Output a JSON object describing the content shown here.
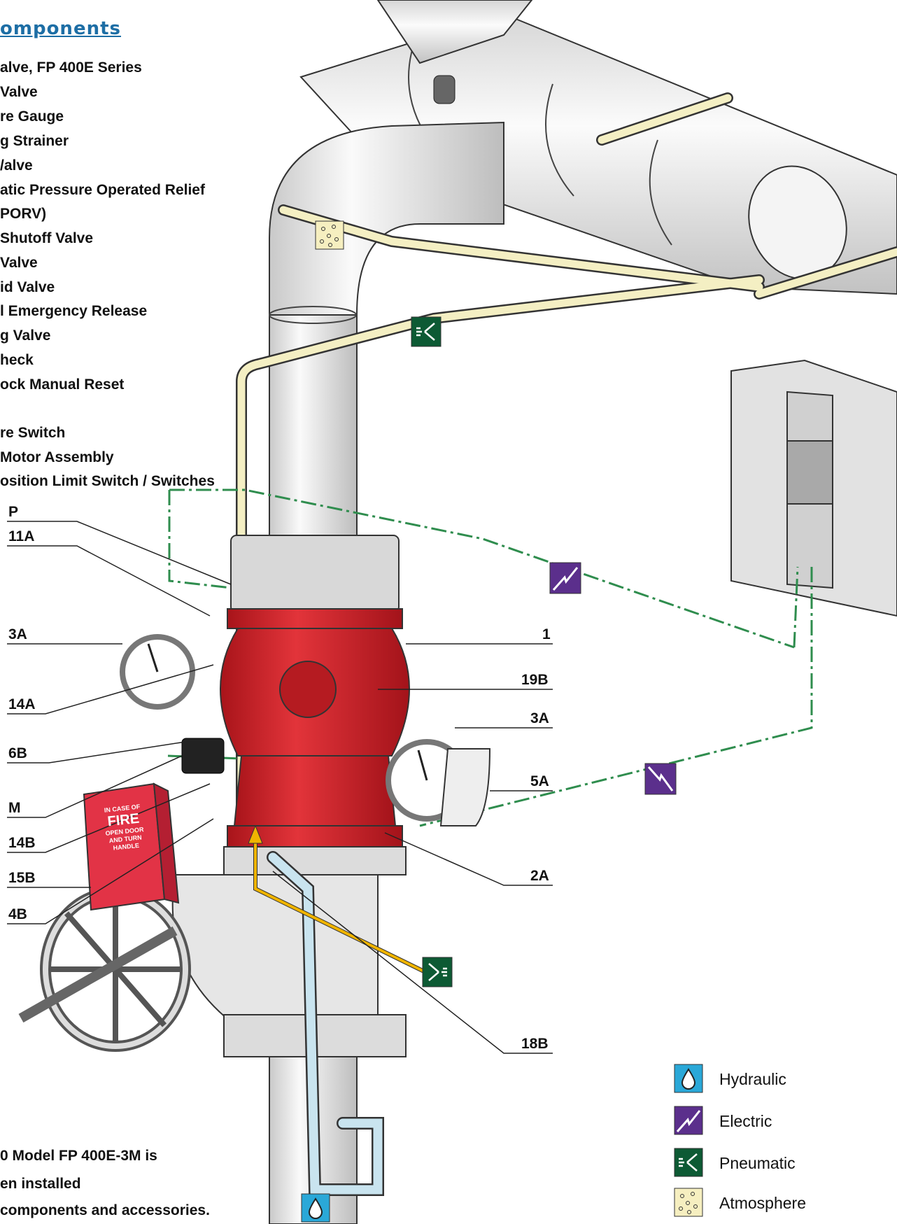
{
  "heading": "omponents",
  "components": [
    "alve, FP 400E Series",
    "Valve",
    "re Gauge",
    "g Strainer",
    "/alve",
    "atic Pressure Operated Relief",
    "PORV)",
    "Shutoff Valve",
    "Valve",
    "id Valve",
    "l Emergency Release",
    "g Valve",
    "heck",
    "ock Manual Reset",
    "",
    "re Switch",
    "Motor Assembly",
    "osition Limit Switch / Switches"
  ],
  "callouts_left": [
    "P",
    "11A",
    "3A",
    "14A",
    "6B",
    "M",
    "14B",
    "15B",
    "4B"
  ],
  "callouts_right": [
    "1",
    "19B",
    "3A",
    "5A",
    "2A",
    "18B"
  ],
  "release_box": {
    "line1": "IN CASE OF",
    "line2": "FIRE",
    "line3": "OPEN DOOR",
    "line4": "AND TURN HANDLE"
  },
  "note": [
    "0 Model FP 400E-3M is",
    "en installed",
    " components and accessories."
  ],
  "legend": [
    {
      "label": "Hydraulic",
      "icon": "hydraulic-icon",
      "color": "#2aa8d8"
    },
    {
      "label": "Electric",
      "icon": "electric-icon",
      "color": "#5b2f8c"
    },
    {
      "label": "Pneumatic",
      "icon": "pneumatic-icon",
      "color": "#0d5a34"
    },
    {
      "label": "Atmosphere",
      "icon": "atmosphere-icon",
      "color": "#f6efc0"
    }
  ],
  "colors": {
    "valve_red": "#d9262c",
    "pipe_white": "#eeeeee",
    "tube_cream": "#f4efc3",
    "tube_blue": "#c9e4ef",
    "wire_green": "#2f8d4e",
    "pneumatic_arrow": "#f0b400"
  }
}
